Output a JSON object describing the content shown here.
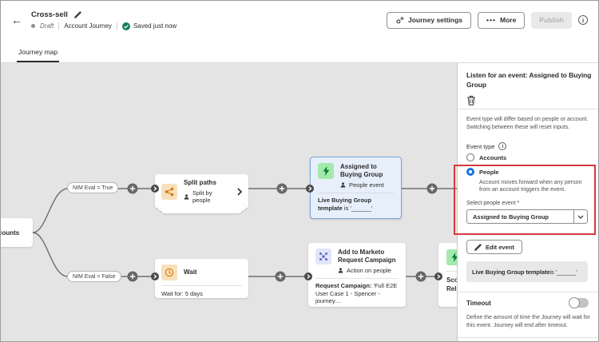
{
  "header": {
    "back": "←",
    "title": "Cross-sell",
    "status": "Draft",
    "journey_type": "Account Journey",
    "saved": "Saved just now",
    "journey_settings": "Journey settings",
    "more": "More",
    "more_dots": "•••",
    "publish": "Publish",
    "info_glyph": "i"
  },
  "tabs": {
    "journey_map": "Journey map"
  },
  "canvas": {
    "source_label": "Accounts",
    "branch_true": "NIM Eval = True",
    "branch_false": "NIM Eval = False",
    "split": {
      "title": "Split paths",
      "subtitle": "Split by people"
    },
    "event": {
      "title": "Assigned to Buying Group",
      "subtitle": "People event",
      "detail_bold": "Live Buying Group template",
      "detail_rest": " is '______'"
    },
    "wait": {
      "title": "Wait",
      "detail": "Wait for: 5 days"
    },
    "marketo": {
      "title": "Add to Marketo Request Campaign",
      "subtitle": "Action on people",
      "detail_bold": "Request Campaign:",
      "detail_rest": " 'Full E2E User Case 1 - Spencer -journey…"
    },
    "score": {
      "line1": "Sco",
      "line2": "Rela"
    }
  },
  "panel": {
    "title": "Listen for an event: Assigned to Buying Group",
    "intro": "Event type will differ based on people or account. Switching between these will reset inputs.",
    "event_type_label": "Event type",
    "info_glyph": "i",
    "radio_accounts": "Accounts",
    "radio_people": "People",
    "people_help": "Account moves forward when any person from an account triggers the event.",
    "select_label": "Select people event *",
    "select_value": "Assigned to Buying Group",
    "edit_event": "Edit event",
    "template_bold": "Live Buying Group template",
    "template_rest": " is '______'",
    "timeout_label": "Timeout",
    "timeout_help": "Define the amount of time the Journey will wait for this event. Journey will end after timeout."
  },
  "colors": {
    "accent_blue": "#1473e6",
    "annotation_red": "#d7373f",
    "saved_green": "#12805c",
    "canvas_gray": "#e4e4e4",
    "selected_node_bg": "#e7effb",
    "event_icon_green": "#a3e9ad",
    "action_icon_orange": "#f7e1bd",
    "action_icon_blue": "#e2e5fa"
  }
}
